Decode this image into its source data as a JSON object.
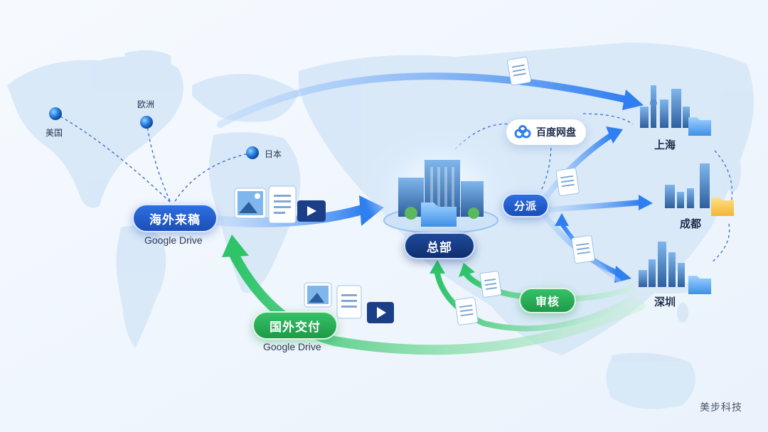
{
  "overseas_labels": {
    "usa": "美国",
    "europe": "欧洲",
    "japan": "日本"
  },
  "nodes": {
    "intake": {
      "label": "海外来稿",
      "service": "Google Drive"
    },
    "delivery": {
      "label": "国外交付",
      "service": "Google Drive"
    },
    "headquarters": {
      "label": "总部"
    },
    "dispatch": {
      "label": "分派"
    },
    "review": {
      "label": "审核"
    },
    "cloud_storage": {
      "label": "百度网盘"
    }
  },
  "cities": {
    "shanghai": "上海",
    "chengdu": "成都",
    "shenzhen": "深圳"
  },
  "brand": "美步科技",
  "colors": {
    "blue_flow": "#2f7ff0",
    "green_flow": "#2ec46a",
    "navy": "#1a3f86",
    "background": "#f3f8fd"
  },
  "icons": [
    "globe-dot-icon",
    "image-file-icon",
    "document-icon",
    "video-file-icon",
    "folder-icon",
    "cloud-icon",
    "building-icon"
  ]
}
